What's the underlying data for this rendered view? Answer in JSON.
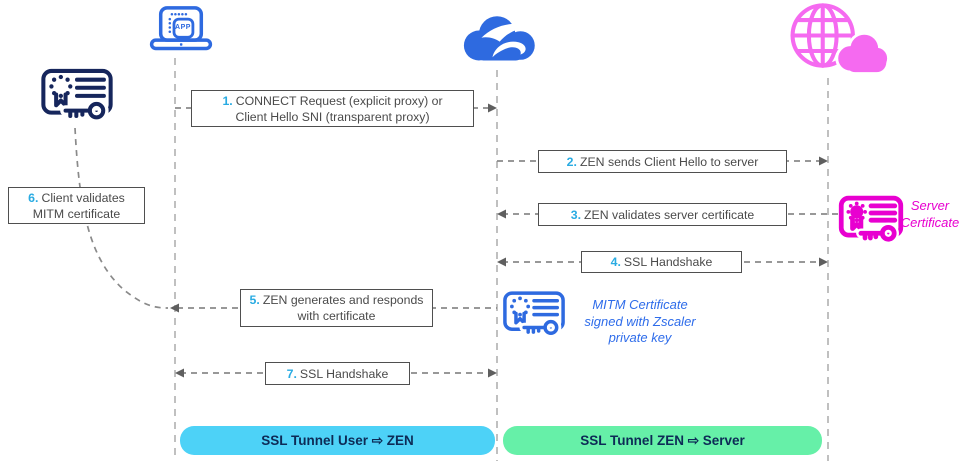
{
  "actors": {
    "client": {
      "app_badge": "APP"
    }
  },
  "messages": [
    {
      "num": "1.",
      "line1": "CONNECT Request (explicit proxy) or",
      "line2": "Client Hello SNI (transparent proxy)"
    },
    {
      "num": "2.",
      "text": "ZEN sends Client Hello to server"
    },
    {
      "num": "3.",
      "text": "ZEN validates server certificate"
    },
    {
      "num": "4.",
      "text": "SSL Handshake"
    },
    {
      "num": "5.",
      "line1": "ZEN generates and responds",
      "line2": "with certificate"
    },
    {
      "num": "6.",
      "line1": "Client validates",
      "line2": "MITM certificate"
    },
    {
      "num": "7.",
      "text": "SSL Handshake"
    }
  ],
  "labels": {
    "mitm_cert": {
      "line1": "MITM Certificate",
      "line2": "signed with Zscaler",
      "line3": "private key"
    },
    "server_cert": {
      "line1": "Server",
      "line2": "Certificate"
    }
  },
  "tunnels": {
    "user_zen": "SSL Tunnel User ⇨ ZEN",
    "zen_server": "SSL Tunnel ZEN ⇨ Server"
  },
  "icons": [
    "client-laptop-app-icon",
    "zscaler-cloud-logo",
    "internet-globe-cloud-icon",
    "client-mitm-certificate-icon",
    "zen-mitm-certificate-icon",
    "server-certificate-icon"
  ],
  "colors": {
    "icon_blue": "#2e6ae0",
    "cert_navy": "#16265c",
    "number_blue": "#29abe2",
    "text_gray": "#4a4a4a",
    "line_gray": "#8a8a8a",
    "lifeline_gray": "#c0c0c0",
    "globe_pink": "#f56af0",
    "cert_magenta": "#e800d0",
    "label_blue_italic": "#2e6cea",
    "bar_cyan": "#4dd2f7",
    "bar_green": "#66f0a8",
    "bar_text_navy": "#0d2b56"
  }
}
